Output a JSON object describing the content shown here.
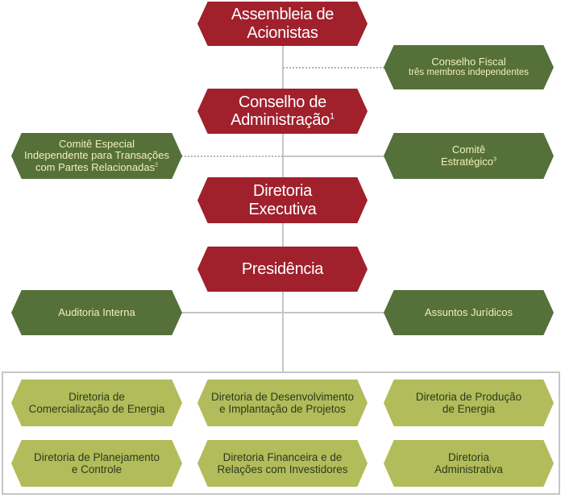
{
  "shareholders": {
    "line1": "Assembleia de",
    "line2": "Acionistas"
  },
  "fiscal_council": {
    "title": "Conselho Fiscal",
    "subtitle": "três membros independentes"
  },
  "board": {
    "line1": "Conselho de",
    "line2": "Administração",
    "note": "1"
  },
  "special_committee": {
    "line1": "Comitê Especial",
    "line2": "Independente para Transações",
    "line3": "com Partes Relacionadas",
    "note": "2"
  },
  "strategic_committee": {
    "line1": "Comitê",
    "line2": "Estratégico",
    "note": "3"
  },
  "executive_board": {
    "line1": "Diretoria",
    "line2": "Executiva"
  },
  "presidency": {
    "label": "Presidência"
  },
  "internal_audit": {
    "label": "Auditoria Interna"
  },
  "legal_affairs": {
    "label": "Assuntos Jurídicos"
  },
  "directorates": [
    {
      "line1": "Diretoria de",
      "line2": "Comercialização de Energia"
    },
    {
      "line1": "Diretoria de Desenvolvimento",
      "line2": "e Implantação de Projetos"
    },
    {
      "line1": "Diretoria de Produção",
      "line2": "de Energia"
    },
    {
      "line1": "Diretoria de Planejamento",
      "line2": "e Controle"
    },
    {
      "line1": "Diretoria Financeira e de",
      "line2": "Relações com Investidores"
    },
    {
      "line1": "Diretoria",
      "line2": "Administrativa"
    }
  ],
  "colors": {
    "governance_red": "#a0202c",
    "committee_green": "#56703a",
    "directorate_green": "#b2bc5a",
    "connector_gray": "#c6c6c6"
  }
}
